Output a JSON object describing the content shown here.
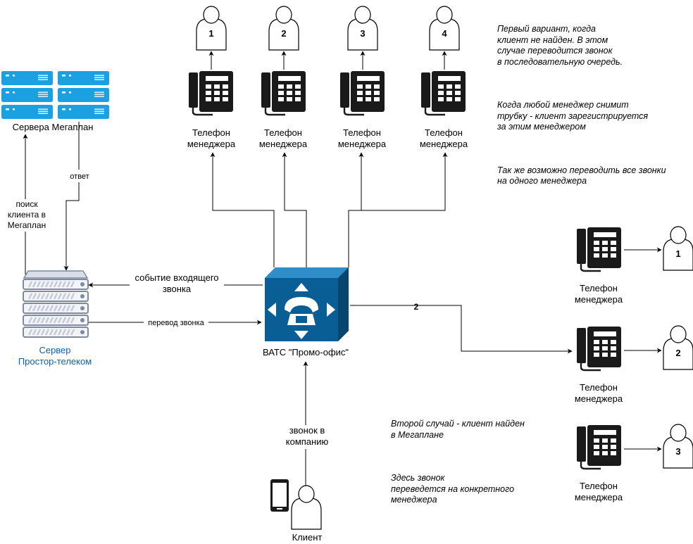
{
  "labels": {
    "manager_phone": "Телефон\nменеджера",
    "megaplan_servers": "Сервера Мегаплан",
    "provider_server": "Сервер\nПростор-телеком",
    "pbx": "ВАТС \"Промо-офис\"",
    "client": "Клиент"
  },
  "managers_top": [
    "1",
    "2",
    "3",
    "4"
  ],
  "managers_right": [
    "1",
    "2",
    "3"
  ],
  "edge_labels": {
    "answer": "ответ",
    "search": "поиск\nклиента в\nМегаплан",
    "incoming_event": "событие входящего\nзвонка",
    "transfer": "перевод звонка",
    "incoming_call": "звонок в\nкомпанию",
    "route_to": "2"
  },
  "notes": {
    "first_case": [
      "Первый вариант, когда\nклиент не найден. В этом\nслучае переводится звонок\nв последовательную очередь.",
      "Когда любой менеджер снимит\nтрубку - клиент зарегистрируется\nза этим менеджером",
      "Так же возможно переводить все звонки\nна одного менеджера"
    ],
    "second_case": [
      "Второй случай - клиент найден\nв Мегаплане",
      "Здесь звонок\nпереведется на конкретного\nменеджера"
    ]
  },
  "colors": {
    "line": "#000000",
    "server_blue": "#1ba1e2",
    "server_label": "#0f5fa6",
    "pbx_front": "#0a5e96",
    "pbx_top": "#2f8dc8",
    "pbx_side": "#08456f",
    "provider_gray": "#7e8aa0",
    "phone": "#1a1a1a"
  },
  "icons": {
    "server": "server-rack-icon",
    "pbx": "cisco-phone-switch-icon",
    "phone": "desk-phone-icon",
    "user": "user-icon",
    "mobile": "mobile-phone-icon"
  }
}
